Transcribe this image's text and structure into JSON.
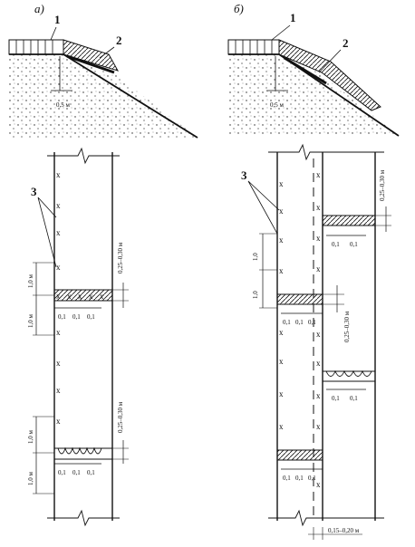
{
  "figure_a": {
    "label": "а)",
    "callouts": [
      "1",
      "2",
      "3"
    ],
    "depth_label": "0,5 м",
    "dims": {
      "spacing_1": "1,0 м",
      "spacing_2": "1,0 м",
      "spacing_3": "1,0 м",
      "spacing_4": "1,0 м",
      "gap_upper": "0,25–0,30 м",
      "gap_lower": "0,25–0,30 м",
      "sub_upper": [
        "0,1",
        "0,1",
        "0,1"
      ],
      "sub_lower": [
        "0,1",
        "0,1",
        "0,1"
      ]
    }
  },
  "figure_b": {
    "label": "б)",
    "callouts": [
      "1",
      "2",
      "3"
    ],
    "depth_label": "0,5 м",
    "dims": {
      "spacing_1": "1,0",
      "spacing_2": "1,0",
      "gap_top": "0,25–0,30 м",
      "gap_mid": "0,25–0,30 м",
      "gap_bottom": "0,15–0,20 м",
      "sub_top": [
        "0,1",
        "0,1"
      ],
      "sub_mid": [
        "0,1",
        "0,1",
        "0,1"
      ],
      "sub_right": [
        "0,1",
        "0,1"
      ],
      "sub_low": [
        "0,1",
        "0,1",
        "0,1"
      ]
    }
  },
  "colors": {
    "ink": "#111111",
    "paper": "#ffffff"
  }
}
